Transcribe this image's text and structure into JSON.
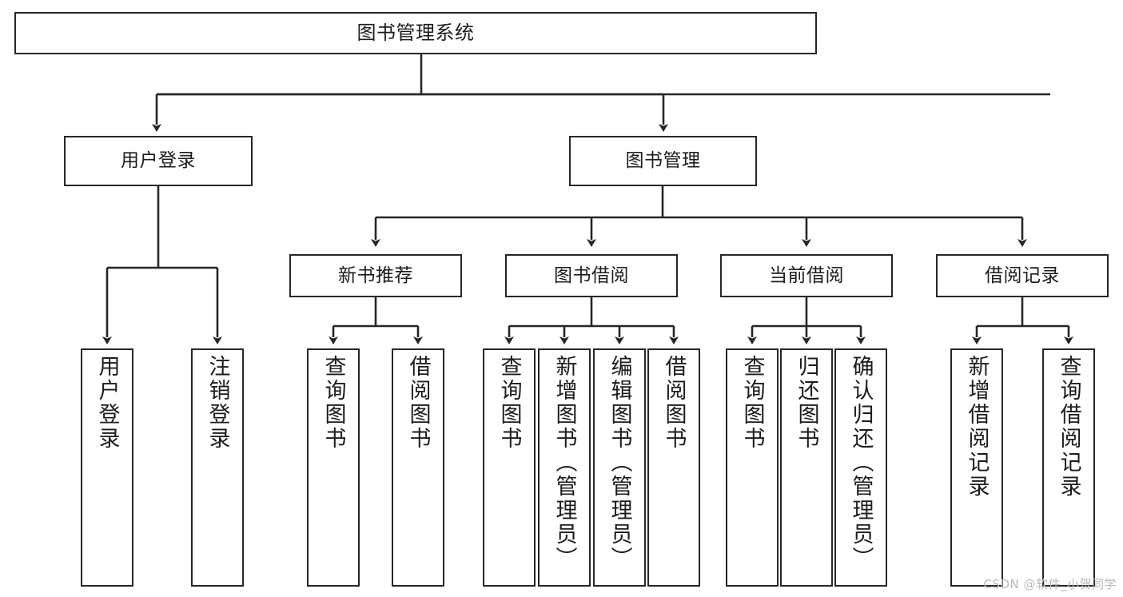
{
  "diagram": {
    "title": "图书管理系统",
    "type": "tree-hierarchy",
    "root": {
      "id": "root",
      "label": "图书管理系统"
    },
    "level2": [
      {
        "id": "user-login",
        "label": "用户登录"
      },
      {
        "id": "book-management",
        "label": "图书管理"
      }
    ],
    "level3": [
      {
        "id": "new-book-recommend",
        "label": "新书推荐"
      },
      {
        "id": "book-borrow",
        "label": "图书借阅"
      },
      {
        "id": "current-borrow",
        "label": "当前借阅"
      },
      {
        "id": "borrow-record",
        "label": "借阅记录"
      }
    ],
    "leaves": {
      "user_login": [
        {
          "id": "leaf-user-login",
          "label": "用户登录"
        },
        {
          "id": "leaf-logout-login",
          "label": "注销登录"
        }
      ],
      "new_book_recommend": [
        {
          "id": "leaf-query-book-1",
          "label": "查询图书"
        },
        {
          "id": "leaf-borrow-book-1",
          "label": "借阅图书"
        }
      ],
      "book_borrow": [
        {
          "id": "leaf-query-book-2",
          "label": "查询图书"
        },
        {
          "id": "leaf-add-book",
          "label": "新增图书（管理员）"
        },
        {
          "id": "leaf-edit-book",
          "label": "编辑图书（管理员）"
        },
        {
          "id": "leaf-borrow-book-2",
          "label": "借阅图书"
        }
      ],
      "current_borrow": [
        {
          "id": "leaf-query-book-3",
          "label": "查询图书"
        },
        {
          "id": "leaf-return-book",
          "label": "归还图书"
        },
        {
          "id": "leaf-confirm-return",
          "label": "确认归还（管理员）"
        }
      ],
      "borrow_record": [
        {
          "id": "leaf-add-record",
          "label": "新增借阅记录"
        },
        {
          "id": "leaf-query-record",
          "label": "查询借阅记录"
        }
      ]
    }
  },
  "watermark": {
    "text": "CSDN @软件_小贺同学"
  },
  "colors": {
    "stroke": "#26262a",
    "text": "#1c1c1f",
    "background": "#ffffff",
    "watermark": "#b9b9bd"
  }
}
